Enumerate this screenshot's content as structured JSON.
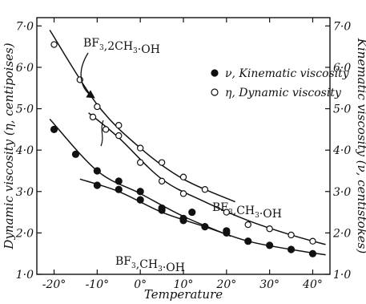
{
  "chart_data": {
    "type": "scatter",
    "title": "",
    "xlabel": "Temperature",
    "ylabel_left": "Dynamic viscosity (η, centipoises)",
    "ylabel_right": "Kinematic viscosity (ν, centistokes)",
    "xlim": [
      -24,
      44
    ],
    "ylim": [
      1.0,
      7.2
    ],
    "x_ticks": [
      -20,
      -10,
      0,
      10,
      20,
      30,
      40
    ],
    "x_tick_labels": [
      "-20°",
      "-10°",
      "0°",
      "10°",
      "20°",
      "30°",
      "40°"
    ],
    "y_ticks": [
      1,
      2,
      3,
      4,
      5,
      6,
      7
    ],
    "y_tick_labels": [
      "1·0",
      "2·0",
      "3·0",
      "4·0",
      "5·0",
      "6·0",
      "7·0"
    ],
    "grid": false,
    "legend_position": "top-right",
    "legend": [
      {
        "marker": "filled",
        "symbol": "ν",
        "label": ", Kinematic viscosity"
      },
      {
        "marker": "open",
        "symbol": "η",
        "label": ", Dynamic viscosity"
      }
    ],
    "series": [
      {
        "name": "η, Dynamic viscosity",
        "compound": "BF3,2CH3·OH",
        "marker": "open",
        "x": [
          -20,
          -14,
          -10,
          -5,
          0,
          5,
          10,
          15
        ],
        "y": [
          6.55,
          5.7,
          5.05,
          4.6,
          4.05,
          3.7,
          3.35,
          3.05
        ],
        "curve_x": [
          -21,
          -10,
          0,
          10,
          22
        ],
        "curve_y": [
          6.9,
          5.1,
          4.05,
          3.3,
          2.75
        ]
      },
      {
        "name": "η, Dynamic viscosity",
        "compound": "BF3,CH3·OH",
        "marker": "open",
        "x": [
          -11,
          -8,
          -5,
          0,
          5,
          10,
          20,
          25,
          30,
          35,
          40
        ],
        "y": [
          4.8,
          4.5,
          4.35,
          3.7,
          3.25,
          2.95,
          2.5,
          2.2,
          2.1,
          1.95,
          1.8
        ],
        "curve_x": [
          -12,
          -5,
          5,
          15,
          25,
          35,
          43
        ],
        "curve_y": [
          4.9,
          4.3,
          3.3,
          2.75,
          2.3,
          1.95,
          1.72
        ]
      },
      {
        "name": "ν, Kinematic viscosity",
        "compound": "BF3,2CH3·OH",
        "marker": "filled",
        "x": [
          -20,
          -15,
          -10,
          -5,
          0,
          5,
          10,
          12,
          20
        ],
        "y": [
          4.5,
          3.9,
          3.5,
          3.25,
          3.0,
          2.6,
          2.35,
          2.5,
          2.0
        ],
        "curve_x": [
          -21,
          -10,
          0,
          10,
          21
        ],
        "curve_y": [
          4.75,
          3.5,
          2.95,
          2.4,
          1.92
        ]
      },
      {
        "name": "ν, Kinematic viscosity",
        "compound": "BF3,CH3·OH",
        "marker": "filled",
        "x": [
          -10,
          -5,
          0,
          5,
          10,
          15,
          20,
          25,
          30,
          35,
          40
        ],
        "y": [
          3.15,
          3.05,
          2.8,
          2.55,
          2.3,
          2.15,
          2.05,
          1.8,
          1.7,
          1.6,
          1.5
        ],
        "curve_x": [
          -14,
          -5,
          5,
          15,
          25,
          35,
          43
        ],
        "curve_y": [
          3.3,
          3.0,
          2.5,
          2.15,
          1.8,
          1.6,
          1.47
        ]
      }
    ],
    "annotations": [
      {
        "compound": "BF3,2CH3·OH",
        "text_main": "BF",
        "text_sub": "3",
        "text_tail": ",2CH",
        "text_sub2": "3",
        "text_end": "·OH"
      },
      {
        "compound": "BF3,CH3·OH",
        "target": "dynamic",
        "text_main": "BF",
        "text_sub": "3",
        "text_tail": ",CH",
        "text_sub2": "3",
        "text_end": "·OH"
      },
      {
        "compound": "BF3,CH3·OH",
        "target": "kinematic",
        "text_main": "BF",
        "text_sub": "3",
        "text_tail": ",CH",
        "text_sub2": "3",
        "text_end": "·OH"
      }
    ]
  }
}
